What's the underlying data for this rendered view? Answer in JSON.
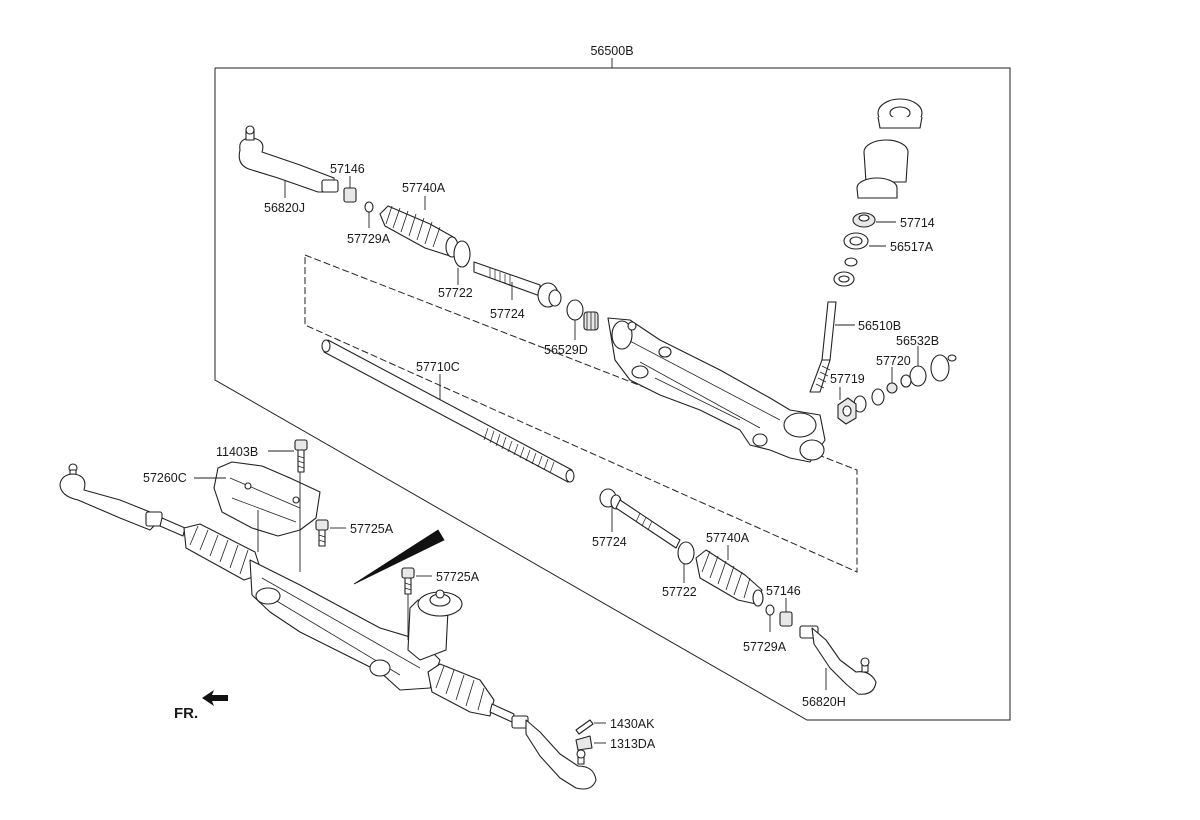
{
  "diagram": {
    "assembly_label": "56500B",
    "direction_label": "FR.",
    "callouts": [
      {
        "id": "56820J",
        "text": "56820J"
      },
      {
        "id": "57146_top",
        "text": "57146"
      },
      {
        "id": "57729A_top",
        "text": "57729A"
      },
      {
        "id": "57740A_top",
        "text": "57740A"
      },
      {
        "id": "57722_top",
        "text": "57722"
      },
      {
        "id": "57724_top",
        "text": "57724"
      },
      {
        "id": "56529D",
        "text": "56529D"
      },
      {
        "id": "57714",
        "text": "57714"
      },
      {
        "id": "56517A",
        "text": "56517A"
      },
      {
        "id": "56510B",
        "text": "56510B"
      },
      {
        "id": "56532B",
        "text": "56532B"
      },
      {
        "id": "57720",
        "text": "57720"
      },
      {
        "id": "57719",
        "text": "57719"
      },
      {
        "id": "57710C",
        "text": "57710C"
      },
      {
        "id": "11403B",
        "text": "11403B"
      },
      {
        "id": "57260C",
        "text": "57260C"
      },
      {
        "id": "57725A_1",
        "text": "57725A"
      },
      {
        "id": "57725A_2",
        "text": "57725A"
      },
      {
        "id": "57724_bot",
        "text": "57724"
      },
      {
        "id": "57740A_bot",
        "text": "57740A"
      },
      {
        "id": "57722_bot",
        "text": "57722"
      },
      {
        "id": "57146_bot",
        "text": "57146"
      },
      {
        "id": "57729A_bot",
        "text": "57729A"
      },
      {
        "id": "56820H",
        "text": "56820H"
      },
      {
        "id": "1430AK",
        "text": "1430AK"
      },
      {
        "id": "1313DA",
        "text": "1313DA"
      }
    ]
  }
}
